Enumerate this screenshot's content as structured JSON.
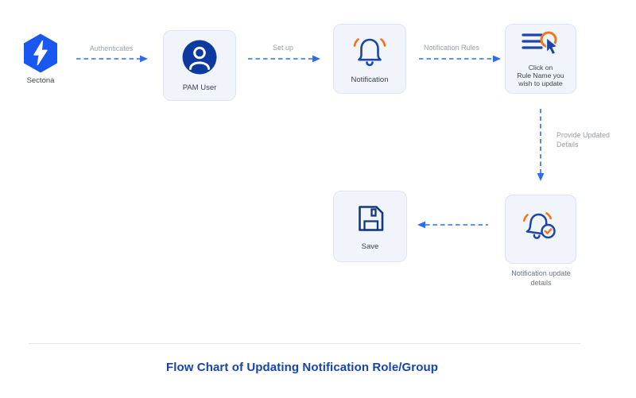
{
  "title": "Flow Chart of Updating Notification Role/Group",
  "logo": {
    "name": "Sectona",
    "icon": "sectona-lightning-hexagon-icon"
  },
  "nodes": {
    "pam_user": {
      "label": "PAM User",
      "icon": "user-circle-icon"
    },
    "notification": {
      "label": "Notification",
      "icon": "bell-icon"
    },
    "click_rule": {
      "lines": [
        "Click on",
        "Rule Name you",
        "wish to update"
      ],
      "icon": "rule-list-cursor-icon"
    },
    "notification_update": {
      "label": "Notification update details",
      "icon": "bell-check-icon"
    },
    "save": {
      "label": "Save",
      "icon": "save-floppy-icon"
    }
  },
  "arrows": {
    "authenticates": {
      "label": "Authenticates"
    },
    "setup": {
      "label": "Set up"
    },
    "notification_rules": {
      "label": "Notification Rules"
    },
    "provide_updated_details": {
      "label": "Provide Updated Details"
    },
    "to_save": {
      "label": ""
    }
  },
  "colors": {
    "brand_blue": "#1a56f0",
    "icon_navy": "#1c45a8",
    "icon_dark_navy": "#14387f",
    "user_circle_fill": "#0c3a9e",
    "orange_accent": "#f4731c",
    "arrow_blue": "#2e6bf0",
    "node_background": "#f1f5fb",
    "node_border": "#dde5f1",
    "arrow_label_gray": "#9aa0a8",
    "title_blue": "#1544ad"
  }
}
